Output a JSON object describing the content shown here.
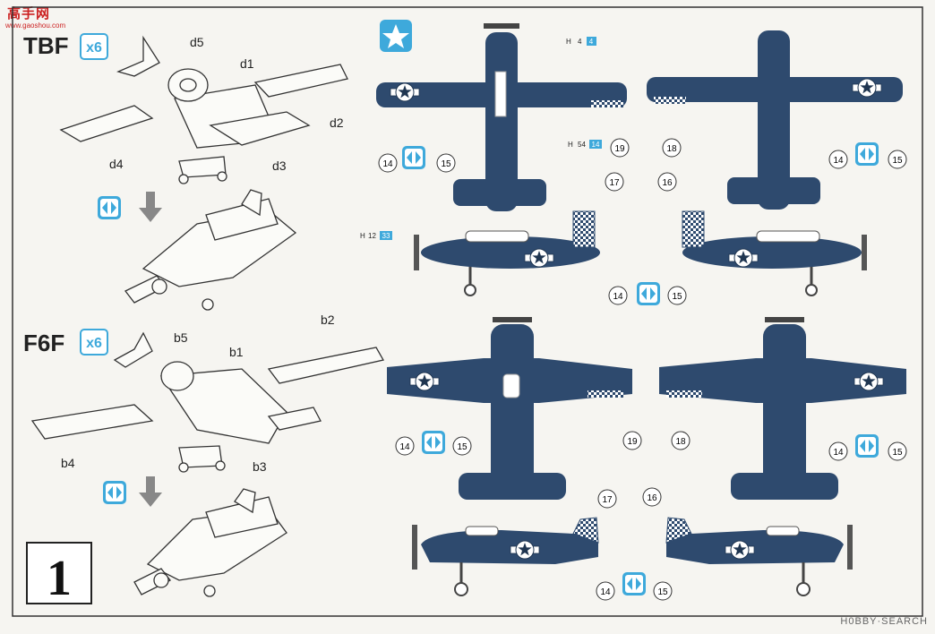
{
  "watermark": {
    "site": "高手网",
    "url": "www.gaoshou.com",
    "brand": "H0BBY·SEARCH"
  },
  "colors": {
    "navy": "#2e4a6e",
    "navy_dark": "#1f3550",
    "cyan": "#3ea9db",
    "line": "#333333",
    "paper": "#f6f5f1"
  },
  "step": "1",
  "tbf": {
    "name": "TBF",
    "qty": "x6",
    "parts": {
      "prop": "d5",
      "fuselage": "d1",
      "right_wing": "d2",
      "left_wing": "d4",
      "gear": "d3"
    },
    "decals": {
      "h1_prefix": "H",
      "h1_a": "4",
      "h1_b": "4",
      "h2_prefix": "H",
      "h2_a": "54",
      "h2_b": "14",
      "h3_prefix": "H",
      "h3_a": "12",
      "h3_b": "33"
    },
    "callouts": {
      "c14a": "14",
      "c15a": "15",
      "c19": "19",
      "c18": "18",
      "c14b": "14",
      "c15b": "15",
      "c17": "17",
      "c16": "16",
      "c14c": "14",
      "c15c": "15"
    }
  },
  "f6f": {
    "name": "F6F",
    "qty": "x6",
    "parts": {
      "prop": "b5",
      "fuselage": "b1",
      "right_wing": "b2",
      "left_wing": "b4",
      "gear": "b3"
    },
    "callouts": {
      "c14a": "14",
      "c15a": "15",
      "c19": "19",
      "c18": "18",
      "c14b": "14",
      "c15b": "15",
      "c17": "17",
      "c16": "16",
      "c14c": "14",
      "c15c": "15"
    }
  }
}
